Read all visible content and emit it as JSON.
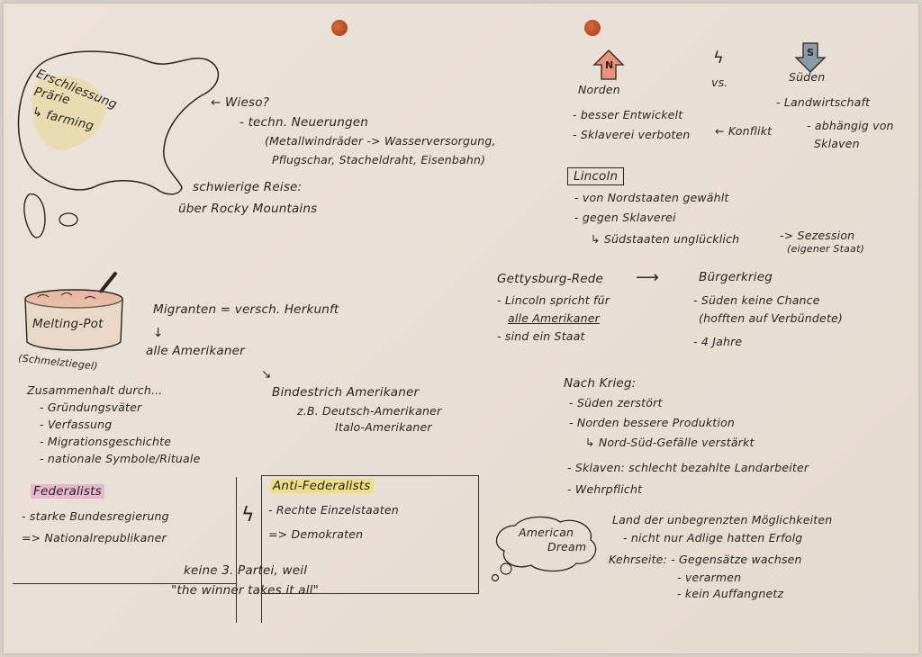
{
  "left": {
    "map": {
      "label1": "Erschliessung",
      "label2": "Prärie",
      "label3": "↳ farming"
    },
    "wieso": {
      "question": "← Wieso?",
      "line1": "- techn. Neuerungen",
      "line2": "(Metallwindräder -> Wasserversorgung,",
      "line3": "Pflugschar, Stacheldraht, Eisenbahn)",
      "line4": "schwierige Reise:",
      "line5": "über Rocky Mountains"
    },
    "melting": {
      "pot_label": "Melting-Pot",
      "pot_sub": "(Schmelztiegel)",
      "migrants": "Migranten = versch. Herkunft",
      "arrow_down": "↓",
      "alle": "alle Amerikaner",
      "arrow_diag": "↘",
      "bindestrich": "Bindestrich Amerikaner",
      "zb1": "z.B. Deutsch-Amerikaner",
      "zb2": "Italo-Amerikaner",
      "zusammen": "Zusammenhalt durch...",
      "z1": "- Gründungsväter",
      "z2": "- Verfassung",
      "z3": "- Migrationsgeschichte",
      "z4": "- nationale Symbole/Rituale"
    },
    "parties": {
      "fed_title": "Federalists",
      "fed1": "- starke Bundesregierung",
      "fed2": "=> Nationalrepublikaner",
      "anti_title": "Anti-Federalists",
      "anti1": "- Rechte Einzelstaaten",
      "anti2": "=> Demokraten",
      "lightning": "ϟ",
      "keine1": "keine 3. Partei, weil",
      "keine2": "\"the winner takes it all\""
    }
  },
  "right": {
    "ns": {
      "n_badge": "N",
      "s_badge": "S",
      "norden": "Norden",
      "vs": "vs.",
      "sueden": "Süden",
      "bolt": "ϟ",
      "n1": "- besser Entwickelt",
      "n2": "- Sklaverei verboten",
      "konflikt": "← Konflikt",
      "s1": "- Landwirtschaft",
      "s2": "- abhängig von",
      "s3": "Sklaven"
    },
    "lincoln": {
      "title": "Lincoln",
      "l1": "- von Nordstaaten gewählt",
      "l2": "- gegen Sklaverei",
      "l3": "↳ Südstaaten unglücklich",
      "l4": "-> Sezession",
      "l5": "(eigener Staat)"
    },
    "gettysburg": {
      "title": "Gettysburg-Rede",
      "arrow": "⟶",
      "g1": "- Lincoln spricht für",
      "g2": "alle Amerikaner",
      "g3": "- sind ein Staat",
      "krieg": "Bürgerkrieg",
      "k1": "- Süden keine Chance",
      "k2": "(hofften auf Verbündete)",
      "k3": "- 4 Jahre"
    },
    "nach": {
      "title": "Nach Krieg:",
      "n1": "- Süden zerstört",
      "n2": "- Norden bessere Produktion",
      "n3": "↳ Nord-Süd-Gefälle verstärkt",
      "n4": "- Sklaven: schlecht bezahlte Landarbeiter",
      "n5": "- Wehrpflicht"
    },
    "dream": {
      "cloud1": "American",
      "cloud2": "Dream",
      "d1": "Land der unbegrenzten Möglichkeiten",
      "d2": "- nicht nur Adlige hatten Erfolg",
      "d3": "Kehrseite: - Gegensätze wachsen",
      "d4": "- verarmen",
      "d5": "- kein Auffangnetz"
    }
  },
  "colors": {
    "ink": "#2a2420",
    "pink_highlight": "#e296c8",
    "yellow_highlight": "#f0dc50",
    "north_arrow": "#e8937a",
    "south_arrow": "#8a9aa8",
    "hole": "#c24a26"
  }
}
